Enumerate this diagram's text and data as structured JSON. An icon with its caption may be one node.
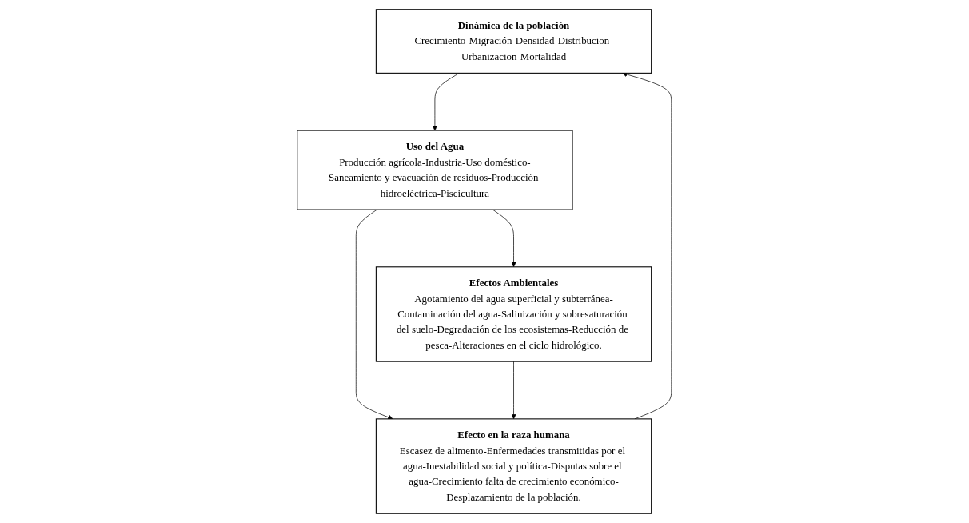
{
  "diagram": {
    "nodes": [
      {
        "text": [
          "Dinámica de la población",
          "Crecimiento-Migración-Densidad-Distribucion-Urbanizacion-Mortalidad"
        ]
      },
      {
        "text": [
          "Uso del Agua",
          "Producción agrícola-Industria-Uso doméstico-Saneamiento y evacuación de residuos-Producción hidroeléctrica-Piscicultura"
        ]
      },
      {
        "text": [
          "Efecto en la raza humana",
          "Escasez de alimento-Enfermedades transmitidas por el agua-Inestabilidad social y política-Disputas sobre el agua-Crecimiento falta de crecimiento económico-Desplazamiento de la población."
        ]
      },
      {
        "text": [
          "Efectos Ambientales",
          "Agotamiento del agua superficial y subterránea-Contaminación del agua-Salinización y sobresaturación del suelo-Degradación de los ecosistemas-Reducción de pesca-Alteraciones en el ciclo hidrológico."
        ]
      }
    ],
    "edges": [
      {
        "from": 0,
        "to": 1,
        "arrow": "to"
      },
      {
        "from": 2,
        "to": 0,
        "arrow": "to"
      },
      {
        "from": 1,
        "to": 2,
        "arrow": "to"
      },
      {
        "from": 1,
        "to": 3,
        "arrow": "to"
      },
      {
        "from": 3,
        "to": 2,
        "arrow": "to"
      }
    ]
  }
}
